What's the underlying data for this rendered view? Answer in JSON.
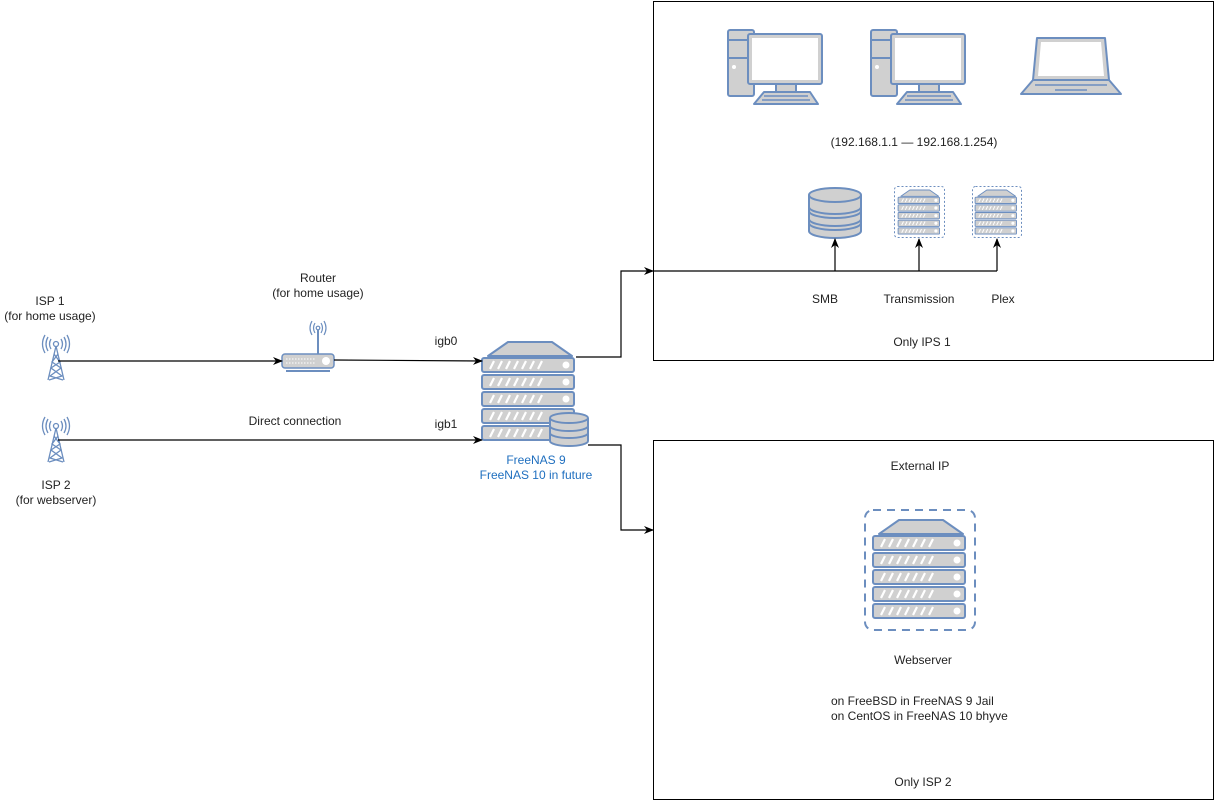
{
  "isp1": {
    "title": "ISP 1",
    "subtitle": "(for home usage)",
    "icon": "antenna-tower-icon"
  },
  "isp2": {
    "title": "ISP 2",
    "subtitle": "(for webserver)",
    "icon": "antenna-tower-icon"
  },
  "router": {
    "title": "Router",
    "subtitle": "(for home usage)",
    "icon": "wireless-router-icon"
  },
  "links": {
    "direct_connection": "Direct connection",
    "igb0": "igb0",
    "igb1": "igb1"
  },
  "freenas": {
    "line1": "FreeNAS 9",
    "line2": "FreeNAS 10 in future",
    "icon": "server-with-storage-icon"
  },
  "home_network": {
    "ip_range": "(192.168.1.1 — 192.168.1.254)",
    "devices": [
      {
        "icon": "desktop-computer-icon"
      },
      {
        "icon": "desktop-computer-icon"
      },
      {
        "icon": "laptop-icon"
      }
    ],
    "services": [
      {
        "label": "SMB",
        "icon": "database-icon"
      },
      {
        "label": "Transmission",
        "icon": "server-icon"
      },
      {
        "label": "Plex",
        "icon": "server-icon"
      }
    ],
    "footer": "Only IPS 1"
  },
  "webserver_network": {
    "title": "External IP",
    "server_label": "Webserver",
    "note_line1": "on FreeBSD in FreeNAS 9 Jail",
    "note_line2": "on CentOS in FreeNAS 10 bhyve",
    "footer": "Only ISP 2"
  },
  "colors": {
    "icon_stroke": "#6c8ebf",
    "icon_fill": "#d0d0d0",
    "accent_text": "#1f6fbf",
    "line": "#000000"
  }
}
